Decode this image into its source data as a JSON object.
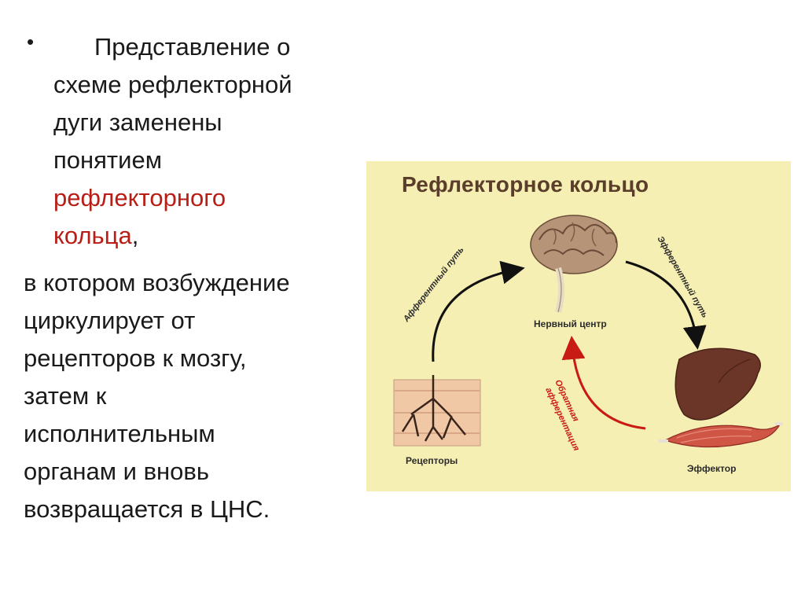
{
  "text": {
    "bullet": "•",
    "line1": "Представление о",
    "line2": "схеме рефлекторной",
    "line3": "дуги заменены",
    "line4": "понятием",
    "line5_red": "рефлекторного",
    "line6_red": "кольца",
    "line6_comma": ",",
    "para2": [
      "в котором возбуждение",
      "циркулирует от",
      "рецепторов к мозгу,",
      "затем к",
      "исполнительным",
      "органам и вновь",
      "возвращается в ЦНС."
    ]
  },
  "diagram": {
    "title": "Рефлекторное кольцо",
    "nerve_center": "Нервный центр",
    "receptors": "Рецепторы",
    "effector": "Эффектор",
    "afferent_path": "Афферентный путь",
    "efferent_path": "Эфферентный путь",
    "feedback_line1": "Обратная",
    "feedback_line2": "афферентация"
  },
  "colors": {
    "panel_bg": "#f6efb3",
    "accent_red": "#b81d16",
    "title_brown": "#5b3d2b"
  }
}
